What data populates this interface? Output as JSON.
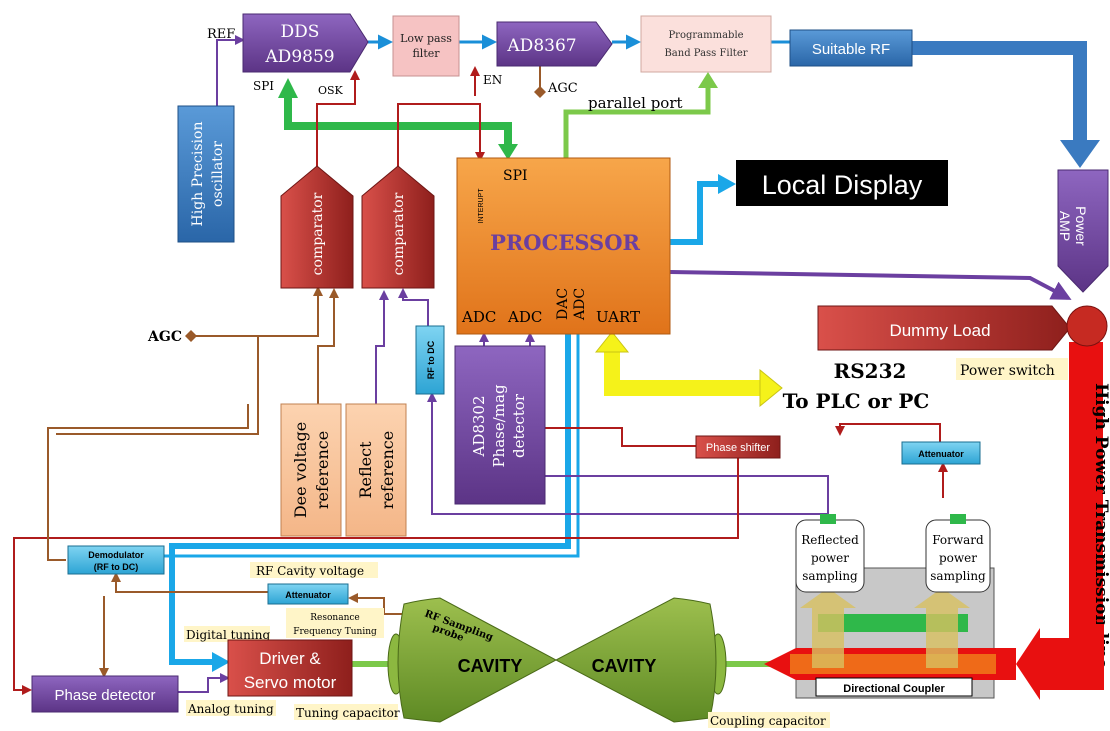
{
  "blocks": {
    "dds_line1": "DDS",
    "dds_line2": "AD9859",
    "lpf_line1": "Low pass",
    "lpf_line2": "filter",
    "ad8367": "AD8367",
    "bpf_line1": "Programmable",
    "bpf_line2": "Band Pass Filter",
    "suitable_rf": "Suitable RF",
    "oscillator_line1": "High Precision",
    "oscillator_line2": "oscillator",
    "comparator": "comparator",
    "processor": "PROCESSOR",
    "local_display": "Local Display",
    "power_amp_line1": "Power",
    "power_amp_line2": "AMP",
    "dummy_load": "Dummy Load",
    "power_switch": "Power switch",
    "transmission_line": "High Power Transmission line",
    "rf_to_dc": "RF to DC",
    "ad8302_line1": "AD8302",
    "ad8302_line2": "Phase/mag",
    "ad8302_line3": "detector",
    "dee_line1": "Dee voltage",
    "dee_line2": "reference",
    "reflect_line1": "Reflect",
    "reflect_line2": "reference",
    "phase_shifter": "Phase shifter",
    "attenuator": "Attenuator",
    "reflected_line1": "Reflected",
    "reflected_line2": "power",
    "reflected_line3": "sampling",
    "forward_line1": "Forward",
    "forward_line2": "power",
    "forward_line3": "sampling",
    "directional_coupler": "Directional Coupler",
    "demod_line1": "Demodulator",
    "demod_line2": "(RF to DC)",
    "driver_line1": "Driver &",
    "driver_line2": "Servo motor",
    "phase_detector": "Phase detector",
    "cavity": "CAVITY"
  },
  "labels": {
    "ref": "REF",
    "spi": "SPI",
    "osk": "OSK",
    "en": "EN",
    "agc": "AGC",
    "parallel_port": "parallel port",
    "interupt": "INTERUPT",
    "adc": "ADC",
    "dac": "DAC",
    "uart": "UART",
    "rs232": "RS232",
    "to_plc": "To PLC or PC",
    "rf_cavity_voltage": "RF Cavity voltage",
    "resonance_line1": "Resonance",
    "resonance_line2": "Frequency Tuning",
    "rf_sampling_line1": "RF Sampling",
    "rf_sampling_line2": "probe",
    "digital_tuning": "Digital tuning",
    "analog_tuning": "Analog tuning",
    "tuning_capacitor": "Tuning capacitor",
    "coupling_capacitor": "Coupling capacitor"
  },
  "colors": {
    "purple_block": "#7b4fa8",
    "red_block": "#b8302b",
    "orange_processor": "#f08a24",
    "blue_line": "#1aa7e8",
    "green_line": "#2fb84a",
    "brown_line": "#9a5a2a",
    "dark_red_line": "#b01c1c",
    "cavity_green": "#7fa63a",
    "highlight": "#fff5c8"
  }
}
